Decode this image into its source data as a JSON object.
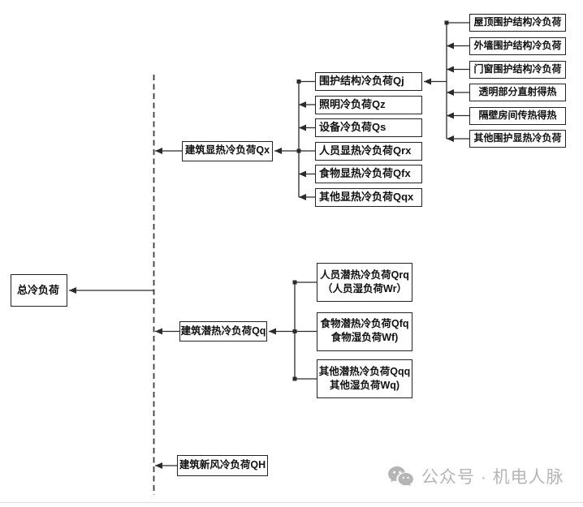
{
  "root": {
    "label": "总冷负荷"
  },
  "level2": [
    {
      "label": "建筑显热冷负荷Qx"
    },
    {
      "label": "建筑潜热冷负荷Qq"
    },
    {
      "label": "建筑新风冷负荷QH"
    }
  ],
  "sensible_children": [
    {
      "label": "围护结构冷负荷Qj"
    },
    {
      "label": "照明冷负荷Qz"
    },
    {
      "label": "设备冷负荷Qs"
    },
    {
      "label": "人员显热冷负荷Qrx"
    },
    {
      "label": "食物显热冷负荷Qfx"
    },
    {
      "label": "其他显热冷负荷Qqx"
    }
  ],
  "envelope_children": [
    {
      "label": "屋顶围护结构冷负荷"
    },
    {
      "label": "外墙围护结构冷负荷"
    },
    {
      "label": "门窗围护结构冷负荷"
    },
    {
      "label": "透明部分直射得热"
    },
    {
      "label": "隔壁房间传热得热"
    },
    {
      "label": "其他围护显热冷负荷"
    }
  ],
  "latent_children": [
    {
      "line1": "人员潜热冷负荷Qrq",
      "line2": "（人员湿负荷Wr）"
    },
    {
      "line1": "食物潜热冷负荷Qfq",
      "line2": "食物湿负荷Wf)"
    },
    {
      "line1": "其他潜热冷负荷Qqq",
      "line2": "其他湿负荷Wq)"
    }
  ],
  "watermark": {
    "icon": "wechat-icon",
    "text": "公众号 · 机电人脉"
  },
  "colors": {
    "line": "#2b2b2b",
    "dashed_line": "#3c3c3c",
    "box_border": "#232323",
    "text": "#111111",
    "watermark": "#b5b5b5",
    "divider": "#dcdcdc",
    "background": "#ffffff"
  }
}
